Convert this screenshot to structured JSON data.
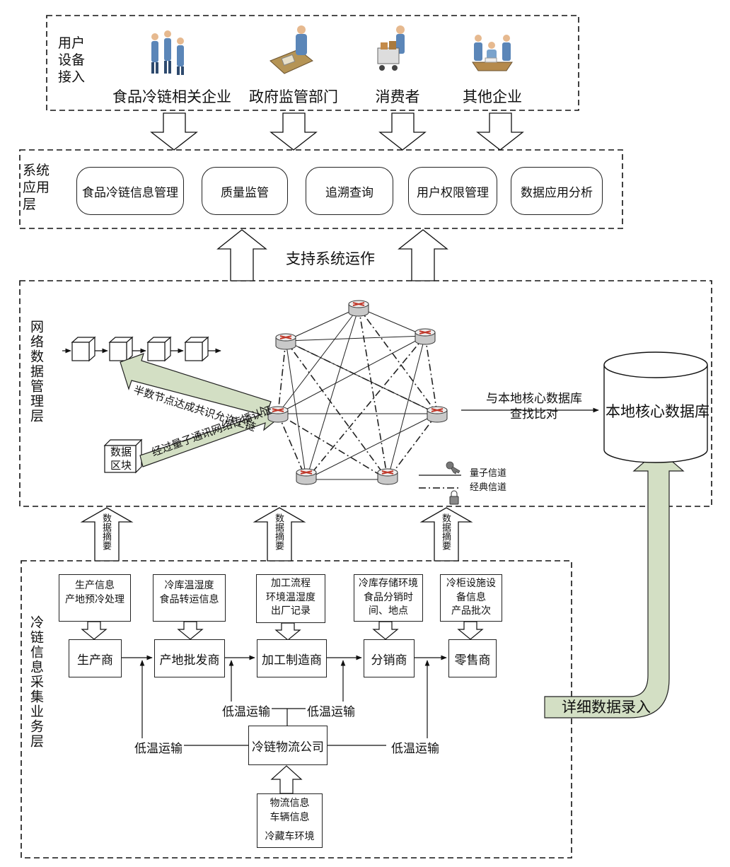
{
  "user_layer": {
    "label": "用户设备接入",
    "users": [
      {
        "label": "食品冷链相关企业",
        "icon": "business-people-icon"
      },
      {
        "label": "政府监管部门",
        "icon": "government-officer-icon"
      },
      {
        "label": "消费者",
        "icon": "shopping-cart-icon"
      },
      {
        "label": "其他企业",
        "icon": "meeting-icon"
      }
    ]
  },
  "system_layer": {
    "label": "系统应用层",
    "modules": [
      "食品冷链信息管理",
      "质量监管",
      "追溯查询",
      "用户权限管理",
      "数据应用分析"
    ]
  },
  "support_label": "支持系统运作",
  "network_layer": {
    "label": "网络数据管理层",
    "arrow_top": "半数节点达成共识允许上链",
    "arrow_bottom": "经过量子通讯网络传播认证",
    "data_block": "数据区块",
    "compare_label": "与本地核心数据库查找比对",
    "database": "本地核心数据库",
    "legend": {
      "quantum": "量子信道",
      "classic": "经典信道"
    }
  },
  "summary_label": "数据摘要",
  "detail_entry": "详细数据录入",
  "collect_layer": {
    "label": "冷链信息采集业务层",
    "notes": [
      "生产信息\n产地预冷处理",
      "冷库温湿度\n食品转运信息",
      "加工流程\n环境温湿度\n出厂记录",
      "冷库存储环境\n食品分销时\n间、地点",
      "冷柜设施设\n备信息\n产品批次"
    ],
    "nodes": [
      "生产商",
      "产地批发商",
      "加工制造商",
      "分销商",
      "零售商"
    ],
    "transport": "低温运输",
    "logistics": "冷链物流公司",
    "logistics_info": {
      "line1": "物流信息",
      "line2": "车辆信息",
      "line3": "冷藏车环境"
    }
  },
  "colors": {
    "arrow_fill": "#d3dfc4",
    "router_red": "#c0392b"
  }
}
